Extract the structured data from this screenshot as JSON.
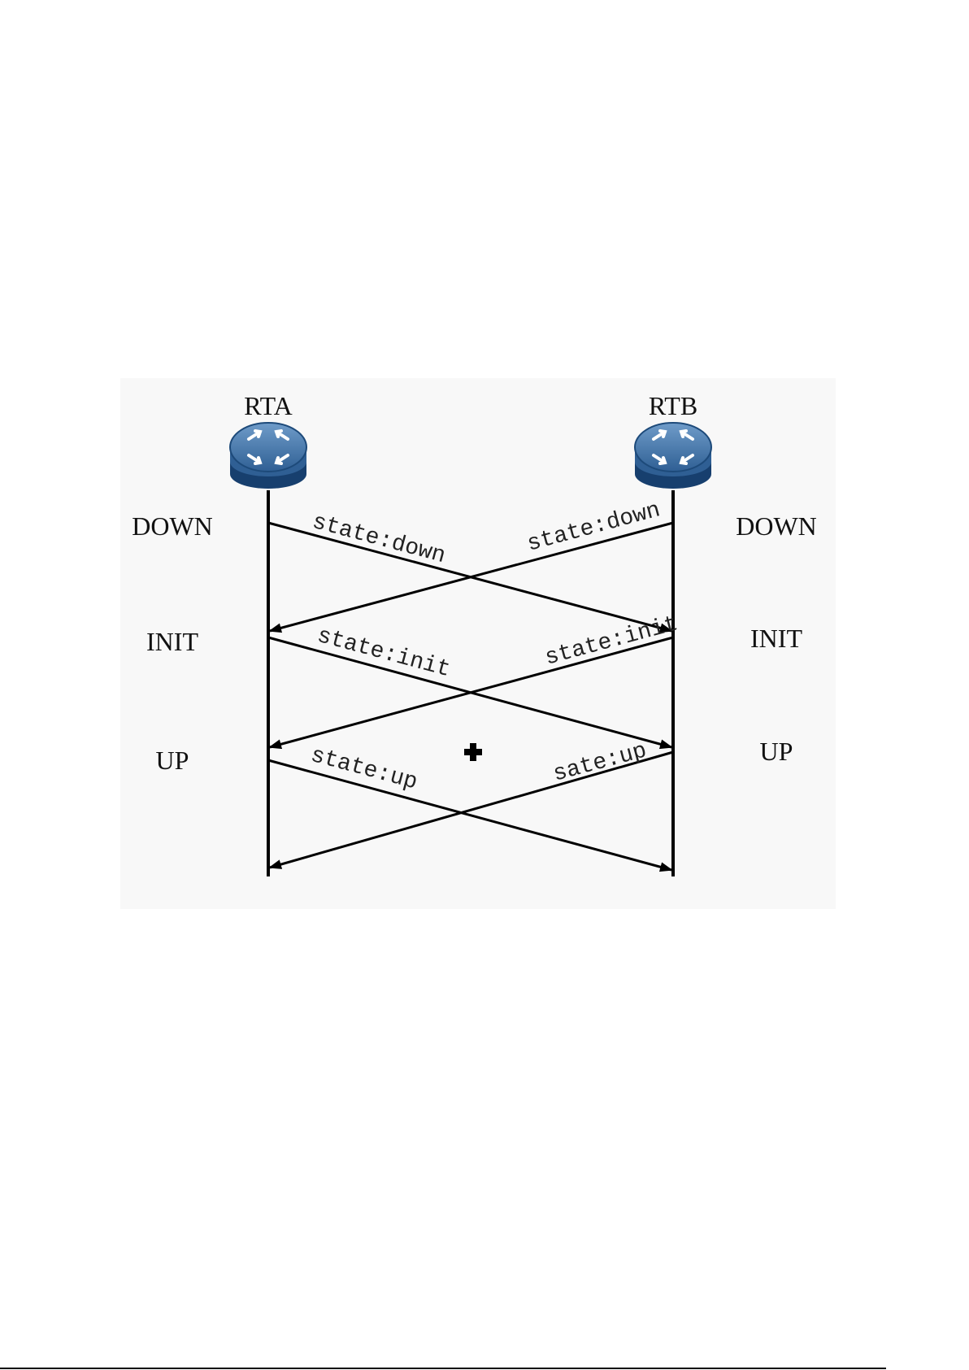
{
  "diagram": {
    "routers": {
      "left": {
        "label": "RTA"
      },
      "right": {
        "label": "RTB"
      }
    },
    "states": {
      "left": [
        "DOWN",
        "INIT",
        "UP"
      ],
      "right": [
        "DOWN",
        "INIT",
        "UP"
      ]
    },
    "messages": {
      "a_to_b": [
        "state:down",
        "state:init",
        "state:up"
      ],
      "b_to_a": [
        "state:down",
        "state:init",
        "sate:up"
      ]
    },
    "colors": {
      "router_body": "#2f5f94",
      "router_rim": "#173f6e",
      "line": "#000000"
    },
    "icons": [
      "router-icon",
      "router-icon",
      "cursor-crosshair-icon"
    ]
  }
}
